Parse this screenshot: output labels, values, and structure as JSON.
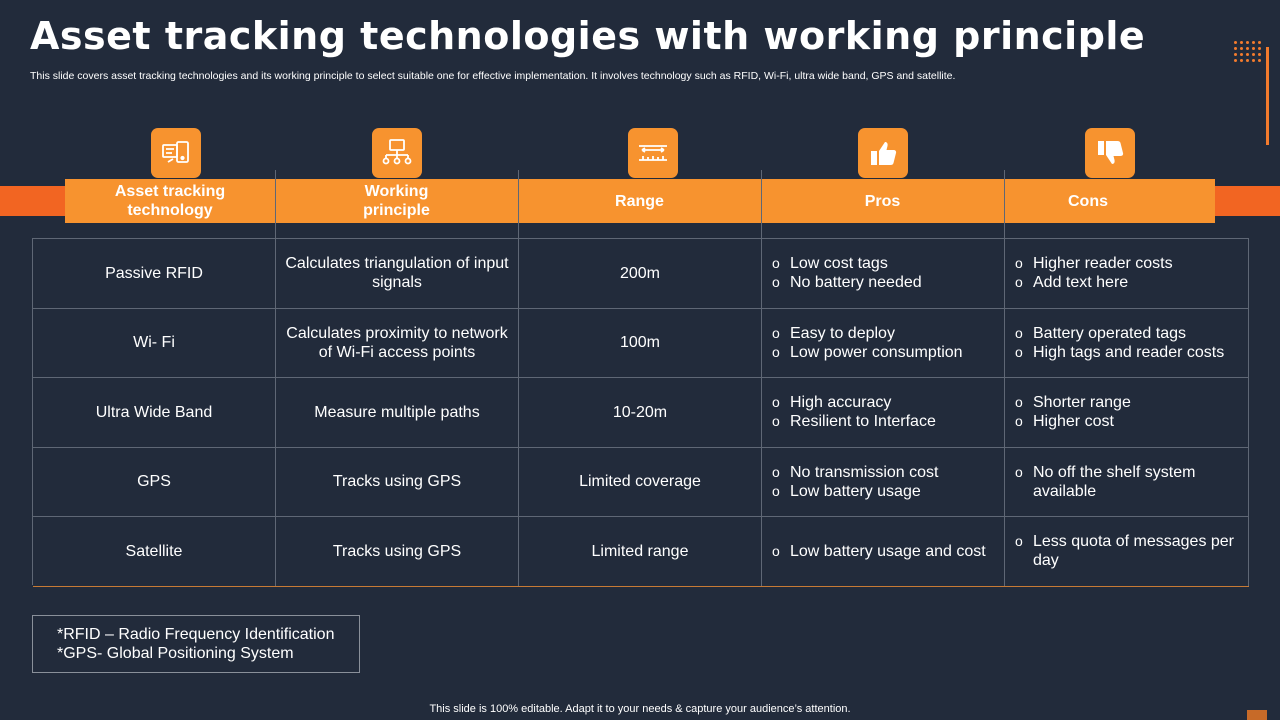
{
  "title": "Asset tracking technologies with working principle",
  "subtitle": "This slide covers asset tracking technologies and its working principle to select suitable one for effective implementation. It involves technology such as RFID, Wi-Fi, ultra wide band, GPS and satellite.",
  "colors": {
    "background": "#222b3b",
    "accent": "#f7932f",
    "band": "#f26522"
  },
  "headers": [
    {
      "label": "Asset tracking technology",
      "icon": "rfid-device-icon"
    },
    {
      "label": "Working principle",
      "icon": "network-devices-icon"
    },
    {
      "label": "Range",
      "icon": "range-ruler-icon"
    },
    {
      "label": "Pros",
      "icon": "thumbs-up-icon"
    },
    {
      "label": "Cons",
      "icon": "thumbs-down-icon"
    }
  ],
  "rows": [
    {
      "tech": "Passive RFID",
      "principle": "Calculates triangulation of input signals",
      "range": "200m",
      "pros": [
        "Low cost tags",
        "No battery needed"
      ],
      "cons": [
        "Higher reader costs",
        "Add text here"
      ]
    },
    {
      "tech": "Wi- Fi",
      "principle": "Calculates proximity to network of Wi-Fi access points",
      "range": "100m",
      "pros": [
        "Easy to deploy",
        "Low power consumption"
      ],
      "cons": [
        "Battery operated tags",
        "High tags and reader costs"
      ]
    },
    {
      "tech": "Ultra Wide Band",
      "principle": "Measure multiple paths",
      "range": "10-20m",
      "pros": [
        "High accuracy",
        "Resilient to Interface"
      ],
      "cons": [
        "Shorter range",
        "Higher cost"
      ]
    },
    {
      "tech": "GPS",
      "principle": "Tracks using GPS",
      "range": "Limited coverage",
      "pros": [
        "No transmission cost",
        "Low battery usage"
      ],
      "cons": [
        "No off the shelf system available"
      ]
    },
    {
      "tech": "Satellite",
      "principle": "Tracks using GPS",
      "range": "Limited range",
      "pros": [
        "Low battery usage and cost"
      ],
      "cons": [
        "Less quota of messages per day"
      ]
    }
  ],
  "notes": [
    "*RFID – Radio Frequency Identification",
    "*GPS- Global Positioning System"
  ],
  "footer": "This slide is 100% editable. Adapt it to your needs & capture your audience’s attention."
}
